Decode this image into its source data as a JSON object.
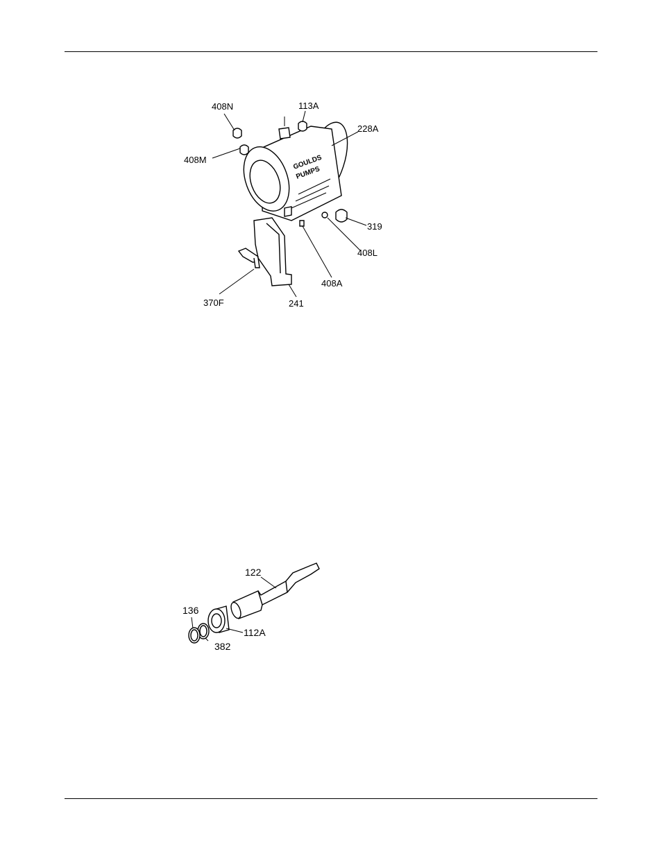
{
  "figure1": {
    "callouts": [
      "408N",
      "113A",
      "228A",
      "408M",
      "319",
      "408L",
      "408A",
      "370F",
      "241"
    ],
    "embossed_text": [
      "GOULDS",
      "PUMPS"
    ]
  },
  "figure2": {
    "callouts": [
      "122",
      "136",
      "112A",
      "382"
    ]
  }
}
